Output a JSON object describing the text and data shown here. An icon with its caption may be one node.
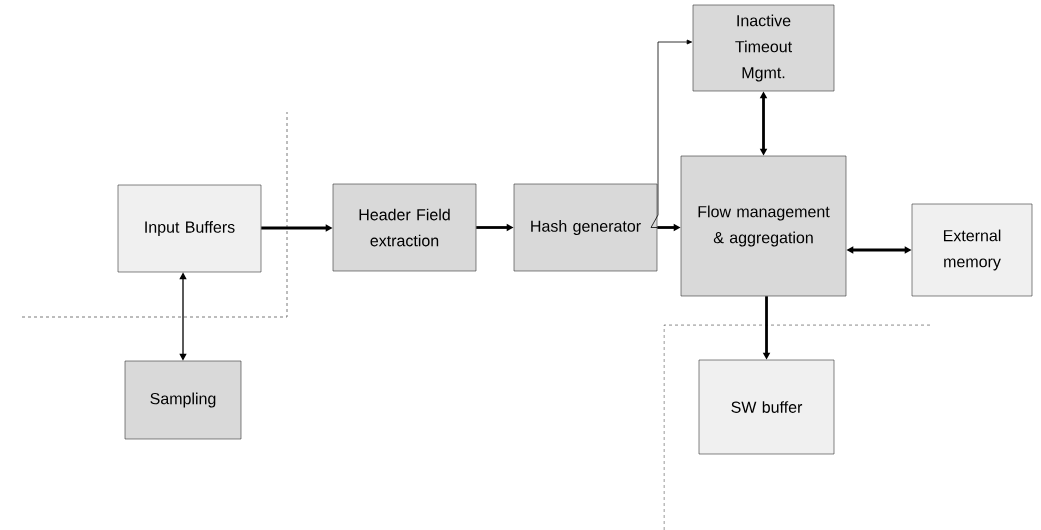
{
  "diagram": {
    "nodes": [
      {
        "text": [
          "Input Buffers"
        ]
      },
      {
        "text": [
          "Header Field extraction"
        ]
      },
      {
        "text": [
          "Hash generator"
        ]
      },
      {
        "text": [
          "Inactive Timeout Mgmt."
        ]
      },
      {
        "text": [
          "Flow management & aggregation"
        ]
      },
      {
        "text": [
          "External memory"
        ]
      },
      {
        "text": [
          "Sampling"
        ]
      },
      {
        "text": [
          "SW buffer"
        ]
      }
    ],
    "edges": [
      {
        "from": 0,
        "to": 1,
        "arrow": "to"
      },
      {
        "from": 1,
        "to": 2,
        "arrow": "to"
      },
      {
        "from": 2,
        "to": 4,
        "arrow": "to"
      },
      {
        "from": 2,
        "to": 3,
        "arrow": "to"
      },
      {
        "from": 3,
        "to": 4,
        "arrow": "both"
      },
      {
        "from": 4,
        "to": 5,
        "arrow": "both"
      },
      {
        "from": 0,
        "to": 6,
        "arrow": "both"
      },
      {
        "from": 4,
        "to": 7,
        "arrow": "to"
      }
    ]
  }
}
